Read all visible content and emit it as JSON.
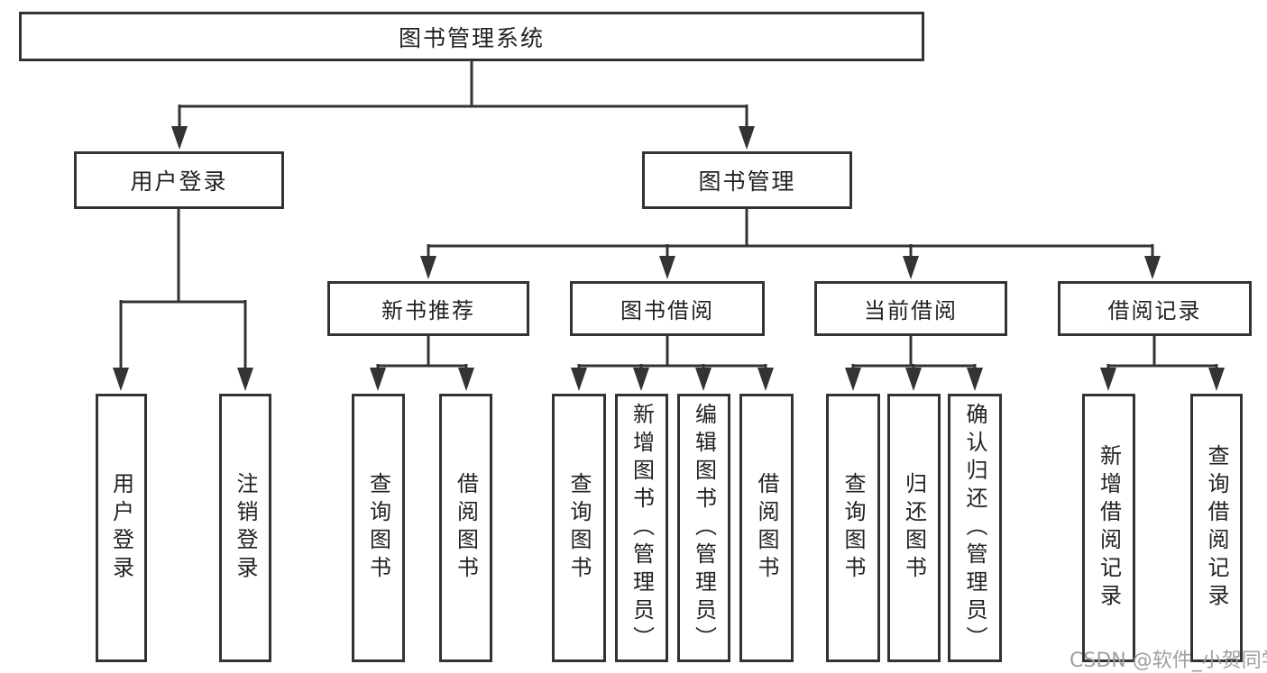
{
  "root": {
    "label": "图书管理系统"
  },
  "branches": {
    "user": {
      "label": "用户登录",
      "children": [
        {
          "label": "用户登录"
        },
        {
          "label": "注销登录"
        }
      ]
    },
    "book": {
      "label": "图书管理",
      "groups": [
        {
          "label": "新书推荐",
          "children": [
            {
              "label": "查询图书"
            },
            {
              "label": "借阅图书"
            }
          ]
        },
        {
          "label": "图书借阅",
          "children": [
            {
              "label": "查询图书"
            },
            {
              "label": "新增图书（管理员）"
            },
            {
              "label": "编辑图书（管理员）"
            },
            {
              "label": "借阅图书"
            }
          ]
        },
        {
          "label": "当前借阅",
          "children": [
            {
              "label": "查询图书"
            },
            {
              "label": "归还图书"
            },
            {
              "label": "确认归还（管理员）"
            }
          ]
        },
        {
          "label": "借阅记录",
          "children": [
            {
              "label": "新增借阅记录"
            },
            {
              "label": "查询借阅记录"
            }
          ]
        }
      ]
    }
  },
  "watermark": "CSDN @软件_小贺同学",
  "colors": {
    "line": "#333333",
    "text": "#222222",
    "watermark": "#a39d9f",
    "background": "#ffffff"
  }
}
